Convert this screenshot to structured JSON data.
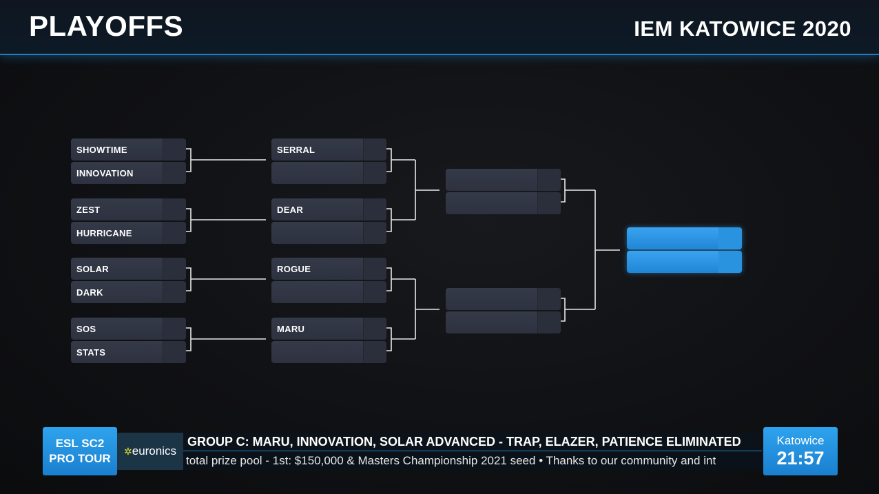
{
  "header": {
    "title": "PLAYOFFS",
    "event": "IEM KATOWICE 2020"
  },
  "bracket": {
    "round1": [
      "SHOWTIME",
      "INNOVATION",
      "ZEST",
      "HURRICANE",
      "SOLAR",
      "DARK",
      "SOS",
      "STATS"
    ],
    "quarterfinals": [
      "SERRAL",
      "",
      "DEAR",
      "",
      "ROGUE",
      "",
      "MARU",
      ""
    ],
    "semifinals": [
      "",
      "",
      "",
      ""
    ],
    "final": [
      "",
      ""
    ]
  },
  "ticker": {
    "brand_line1": "ESL SC2",
    "brand_line2": "PRO TOUR",
    "sponsor_star": "✲",
    "sponsor": "euronics",
    "headline": "GROUP C: MARU, INNOVATION, SOLAR ADVANCED  -  TRAP, ELAZER, PATIENCE ELIMINATED",
    "scroll_text": "total prize pool  -  1st: $150,000 & Masters Championship 2021 seed  •  Thanks to our community and int",
    "city": "Katowice",
    "time": "21:57"
  },
  "colors": {
    "accent": "#2ea3ee",
    "slot": "#323746",
    "background": "#101114"
  }
}
